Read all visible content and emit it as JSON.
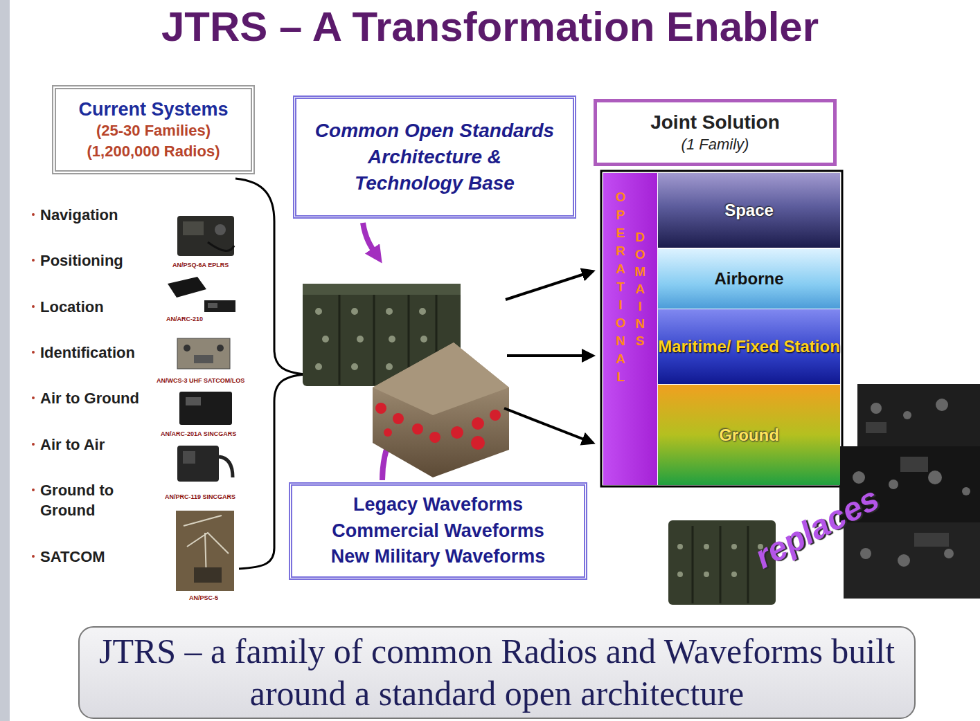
{
  "diagram": {
    "title": "JTRS – A Transformation Enabler",
    "caption": "JTRS – a family of common Radios and Waveforms built around a standard open architecture",
    "nodes": [
      {
        "text": [
          "Current Systems",
          "(25-30 Families)",
          "(1,200,000 Radios)"
        ]
      },
      {
        "text": [
          "Common Open Standards Architecture & Technology Base"
        ]
      },
      {
        "text": [
          "Legacy Waveforms",
          "Commercial Waveforms",
          "New Military Waveforms"
        ]
      },
      {
        "text": [
          "Joint Solution",
          "(1 Family)"
        ]
      },
      {
        "text": [
          "OPERATIONAL",
          "DOMAINS"
        ]
      },
      {
        "text": [
          "Space"
        ]
      },
      {
        "text": [
          "Airborne"
        ]
      },
      {
        "text": [
          "Maritime/ Fixed Station"
        ]
      },
      {
        "text": [
          "Ground"
        ]
      }
    ],
    "labels": [
      "Navigation",
      "Positioning",
      "Location",
      "Identification",
      "Air to Ground",
      "Air to Air",
      "Ground to Ground",
      "SATCOM",
      "AN/PSQ-6A EPLRS",
      "AN/ARC-210",
      "AN/WCS-3 UHF SATCOM/LOS",
      "AN/ARC-201A SINCGARS",
      "AN/PRC-119 SINCGARS",
      "AN/PSC-5",
      "replaces"
    ]
  }
}
